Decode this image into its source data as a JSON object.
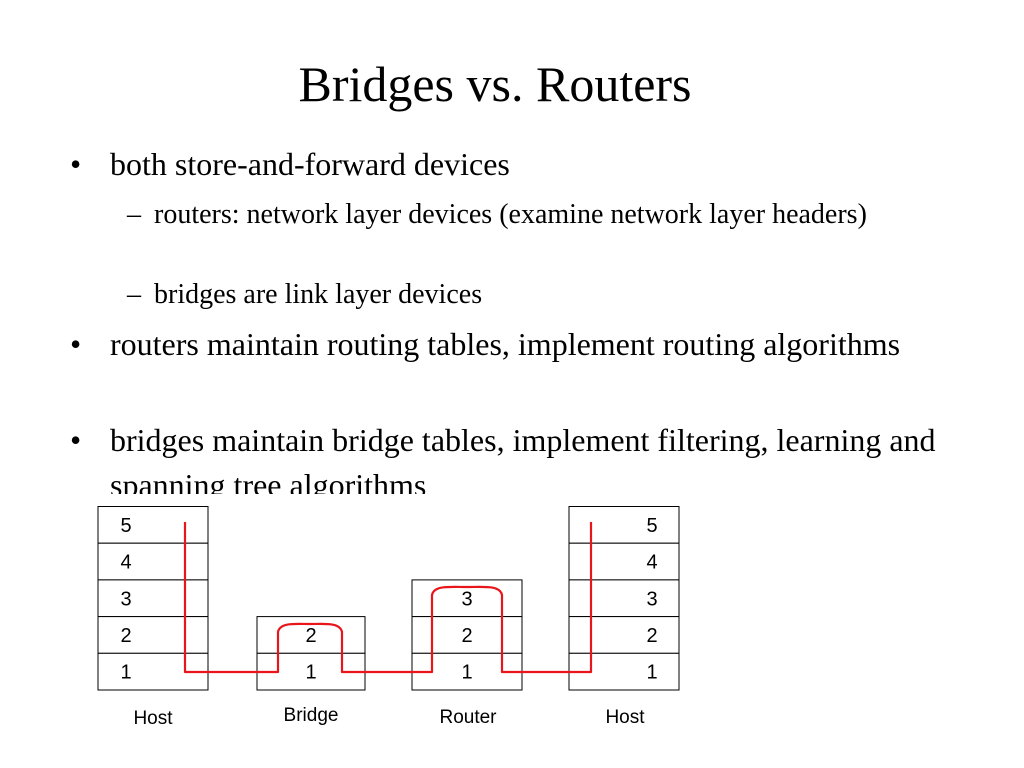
{
  "slide": {
    "title": "Bridges vs. Routers"
  },
  "bullets": [
    {
      "mark": "•",
      "text": "both store-and-forward devices",
      "subs": [
        {
          "mark": "–",
          "text": "routers: network layer devices (examine network layer headers)"
        },
        {
          "mark": "–",
          "text": "bridges are link layer devices"
        }
      ]
    },
    {
      "mark": "•",
      "text": "routers maintain routing tables, implement routing algorithms"
    },
    {
      "mark": "•",
      "text": "bridges maintain bridge tables, implement filtering, learning and spanning tree algorithms"
    }
  ],
  "diagram": {
    "path_color": "#e8161b",
    "stacks": [
      {
        "name": "Host",
        "layers": [
          "5",
          "4",
          "3",
          "2",
          "1"
        ]
      },
      {
        "name": "Bridge",
        "layers": [
          "2",
          "1"
        ]
      },
      {
        "name": "Router",
        "layers": [
          "3",
          "2",
          "1"
        ]
      },
      {
        "name": "Host",
        "layers": [
          "5",
          "4",
          "3",
          "2",
          "1"
        ]
      }
    ]
  }
}
